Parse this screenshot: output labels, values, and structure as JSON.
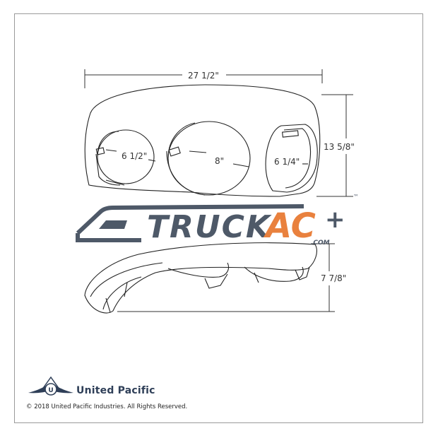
{
  "dimensions": {
    "width": "27 1/2\"",
    "height": "13 5/8\"",
    "depth": "7 7/8\"",
    "left_gauge": "6 1/2\"",
    "center_gauge": "8\"",
    "right_gauge": "6 1/4\""
  },
  "watermark": {
    "word_truck": "TRUCK",
    "word_ac": "AC",
    "plus": "+",
    "suffix": ".COM",
    "tm": "™",
    "colors": {
      "dark": "#3f4b5c",
      "orange": "#e8772e"
    }
  },
  "brand": {
    "name": "United Pacific",
    "color": "#2f3f58"
  },
  "copyright": "© 2018 United Pacific Industries. All Rights Reserved."
}
